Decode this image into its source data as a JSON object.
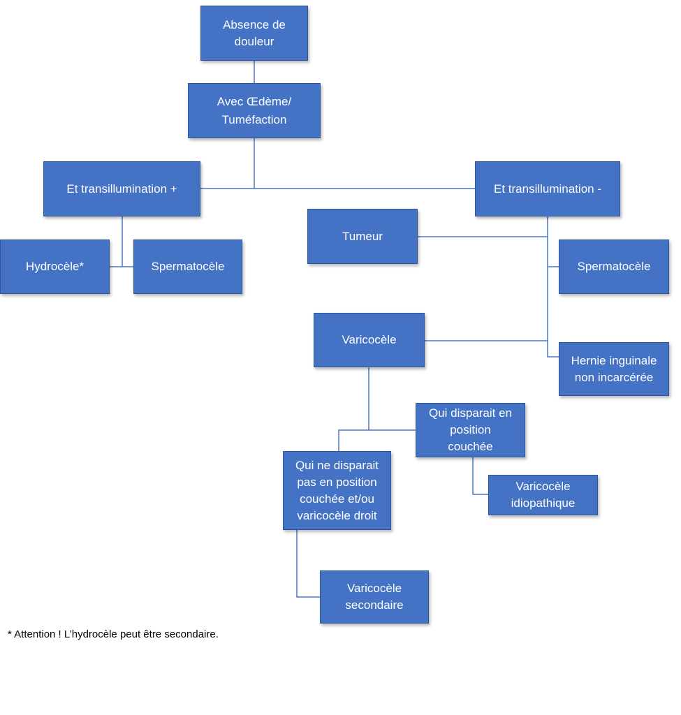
{
  "nodes": {
    "absence": [
      "Absence de",
      "douleur"
    ],
    "oedeme": [
      "Avec Œdème/",
      "Tuméfaction"
    ],
    "trans_plus": [
      "Et transillumination +"
    ],
    "trans_minus": [
      "Et transillumination -"
    ],
    "hydrocele": [
      "Hydrocèle*"
    ],
    "spermatocele_left": [
      "Spermatocèle"
    ],
    "tumeur": [
      "Tumeur"
    ],
    "spermatocele_right": [
      "Spermatocèle"
    ],
    "varicocele": [
      "Varicocèle"
    ],
    "hernie": [
      "Hernie inguinale",
      "non incarcérée"
    ],
    "disparait": [
      "Qui disparait en",
      "position",
      "couchée"
    ],
    "ne_disparait_pas": [
      "Qui ne disparait",
      "pas en position",
      "couchée et/ou",
      "varicocèle droit"
    ],
    "idiopathique": [
      "Varicocèle",
      "idiopathique"
    ],
    "secondaire": [
      "Varicocèle",
      "secondaire"
    ]
  },
  "footnote": "* Attention ! L’hydrocèle peut être secondaire.",
  "colors": {
    "box_fill": "#4472c4",
    "box_border": "#2f5597",
    "connector": "#4a76c6",
    "box_text": "#ffffff"
  }
}
